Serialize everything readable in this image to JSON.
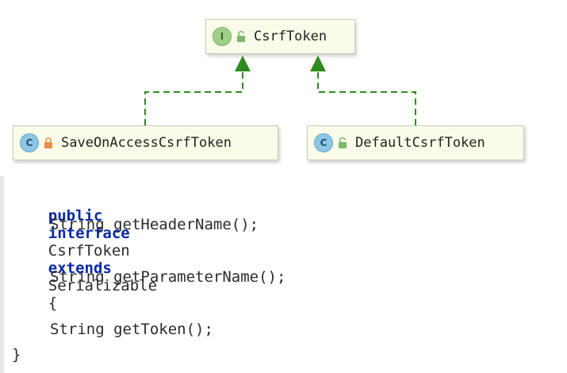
{
  "diagram": {
    "interface": {
      "kind_letter": "I",
      "name": "CsrfToken",
      "visibility": "public"
    },
    "implementations": [
      {
        "kind_letter": "C",
        "name": "SaveOnAccessCsrfToken",
        "visibility": "private"
      },
      {
        "kind_letter": "C",
        "name": "DefaultCsrfToken",
        "visibility": "public"
      }
    ],
    "relation": "implements",
    "colors": {
      "arrow": "#2e8b1e",
      "node_fill": "#fbfbe9"
    }
  },
  "code": {
    "kw_public": "public",
    "kw_interface": "interface",
    "type_name": "CsrfToken",
    "kw_extends": "extends",
    "super_type": "Serializable",
    "open_brace": "{",
    "methods": [
      "String getHeaderName();",
      "String getParameterName();",
      "String getToken();"
    ],
    "close_brace": "}",
    "colors": {
      "keyword": "#0b2aa8",
      "text": "#2b2b2b"
    }
  }
}
